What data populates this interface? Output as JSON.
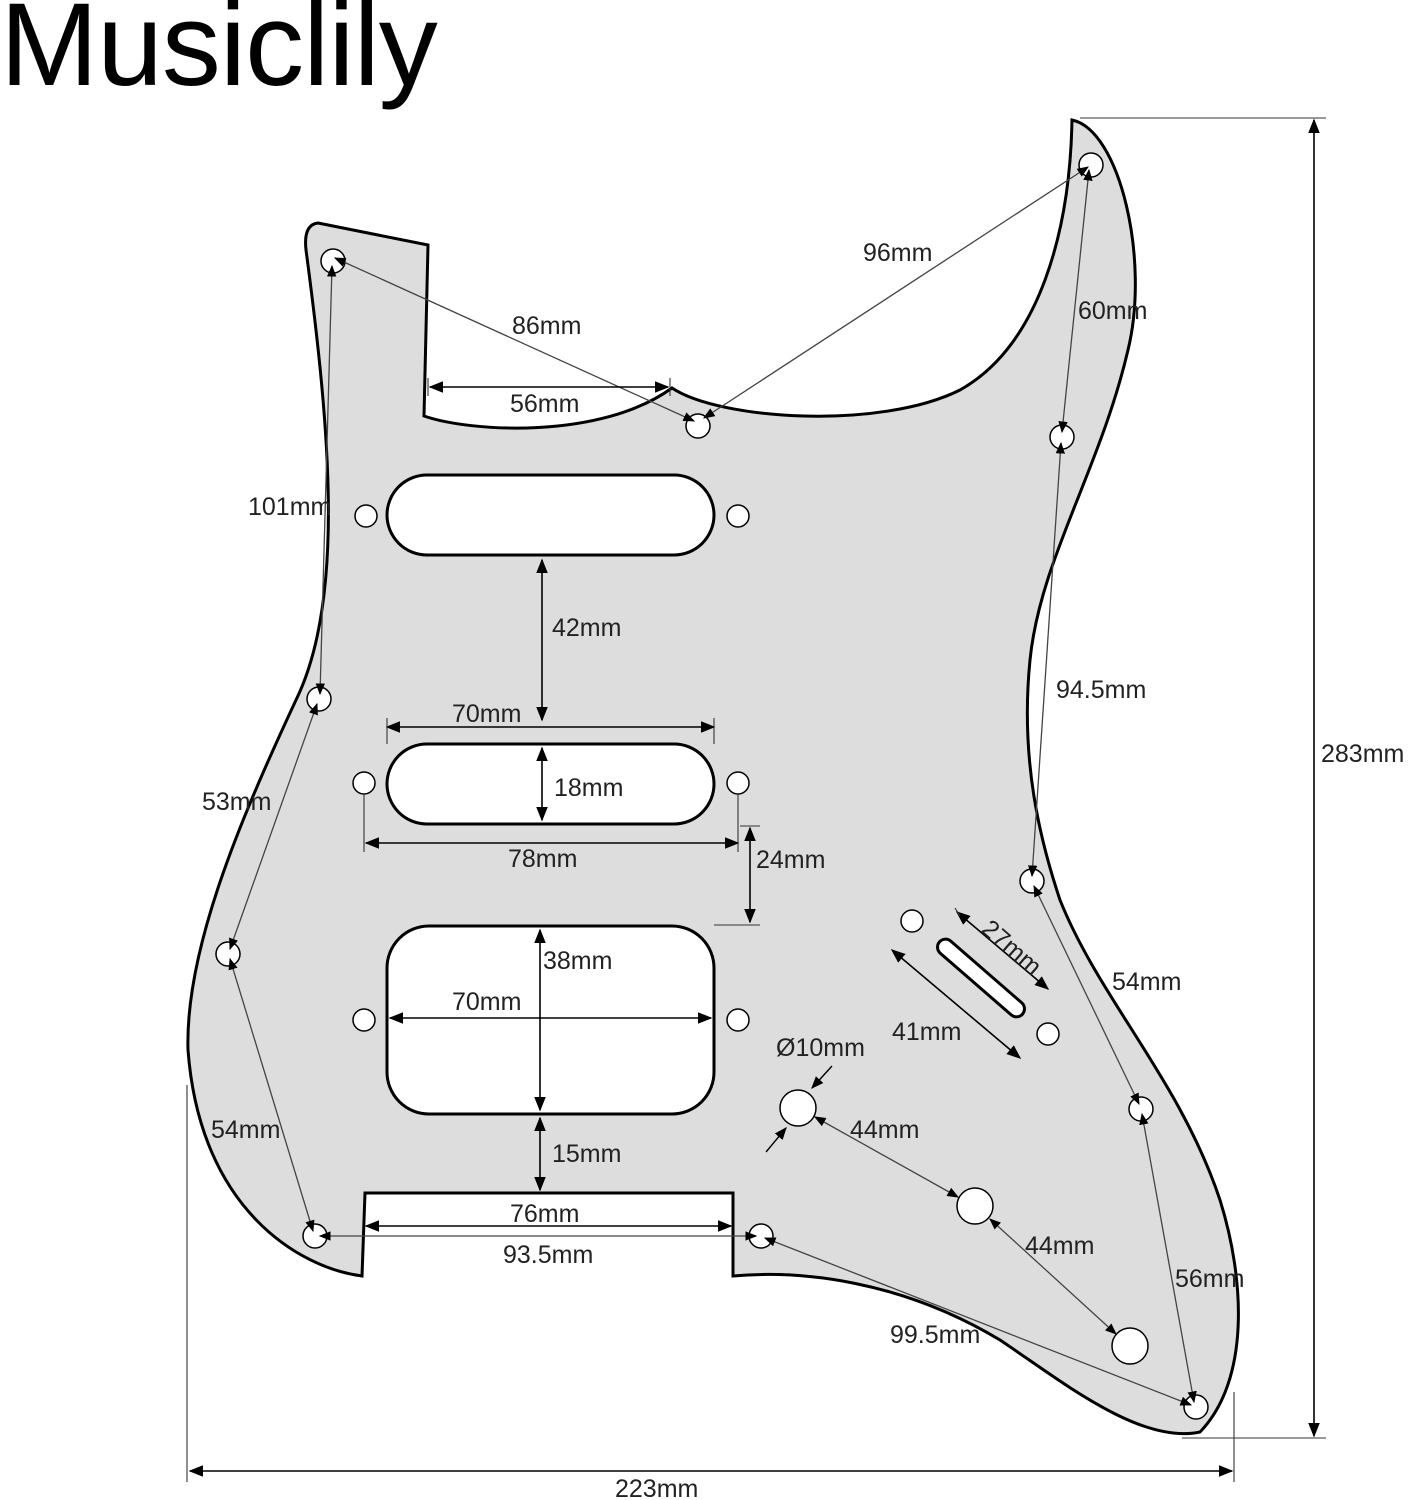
{
  "brand": {
    "name": "Musiclily"
  },
  "colors": {
    "plate": "#dddddd",
    "outline": "#000000",
    "dim_line": "#333333",
    "background": "#ffffff"
  },
  "dimensions": {
    "d96": "96mm",
    "d60": "60mm",
    "d86": "86mm",
    "d56": "56mm",
    "d101": "101mm",
    "d42": "42mm",
    "d94_5": "94.5mm",
    "d70a": "70mm",
    "d18": "18mm",
    "d283": "283mm",
    "d53": "53mm",
    "d78": "78mm",
    "d24": "24mm",
    "d27": "27mm",
    "d38": "38mm",
    "d54a": "54mm",
    "d70b": "70mm",
    "d41": "41mm",
    "d10": "Ø10mm",
    "d44a": "44mm",
    "d54b": "54mm",
    "d15": "15mm",
    "d76": "76mm",
    "d44b": "44mm",
    "d93_5": "93.5mm",
    "d56b": "56mm",
    "d99_5": "99.5mm",
    "d223": "223mm"
  }
}
